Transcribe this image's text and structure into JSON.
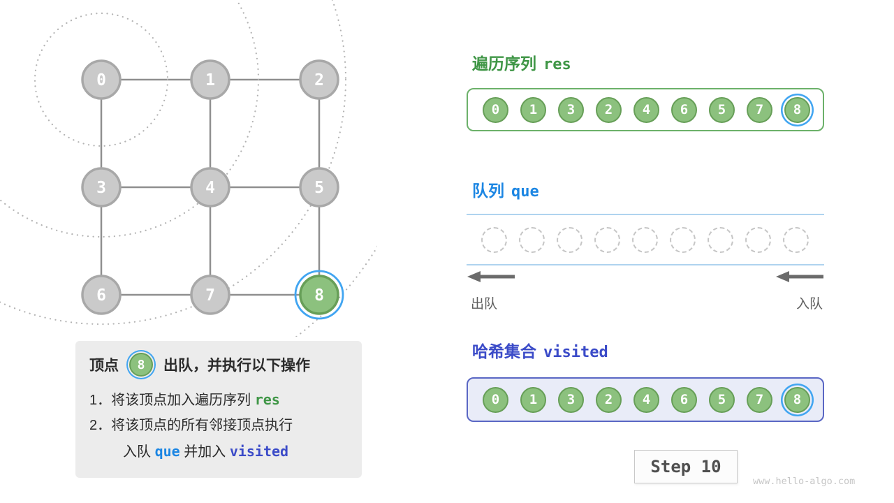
{
  "graph": {
    "nodes": [
      {
        "label": "0",
        "row": 0,
        "col": 0,
        "state": "default"
      },
      {
        "label": "1",
        "row": 0,
        "col": 1,
        "state": "default"
      },
      {
        "label": "2",
        "row": 0,
        "col": 2,
        "state": "default"
      },
      {
        "label": "3",
        "row": 1,
        "col": 0,
        "state": "default"
      },
      {
        "label": "4",
        "row": 1,
        "col": 1,
        "state": "default"
      },
      {
        "label": "5",
        "row": 1,
        "col": 2,
        "state": "default"
      },
      {
        "label": "6",
        "row": 2,
        "col": 0,
        "state": "default"
      },
      {
        "label": "7",
        "row": 2,
        "col": 1,
        "state": "default"
      },
      {
        "label": "8",
        "row": 2,
        "col": 2,
        "state": "active"
      }
    ],
    "edges": [
      [
        0,
        1
      ],
      [
        1,
        2
      ],
      [
        3,
        4
      ],
      [
        4,
        5
      ],
      [
        6,
        7
      ],
      [
        7,
        8
      ],
      [
        0,
        3
      ],
      [
        3,
        6
      ],
      [
        1,
        4
      ],
      [
        4,
        7
      ],
      [
        2,
        5
      ],
      [
        5,
        8
      ]
    ],
    "wavefront_radii": [
      95,
      225,
      350,
      462
    ]
  },
  "info": {
    "heading_prefix": "顶点",
    "heading_node": "8",
    "heading_suffix": "出队，并执行以下操作",
    "line1_text": "1．将该顶点加入遍历序列",
    "line1_code": "res",
    "line2_text": "2．将该顶点的所有邻接顶点执行",
    "line3_pre": "入队",
    "line3_code1": "que",
    "line3_mid": "并加入",
    "line3_code2": "visited"
  },
  "res": {
    "title": "遍历序列",
    "code": "res",
    "values": [
      "0",
      "1",
      "3",
      "2",
      "4",
      "6",
      "5",
      "7",
      "8"
    ],
    "highlight_index": 8
  },
  "queue": {
    "title": "队列",
    "code": "que",
    "slot_count": 9,
    "dequeue_label": "出队",
    "enqueue_label": "入队"
  },
  "visited": {
    "title": "哈希集合",
    "code": "visited",
    "values": [
      "0",
      "1",
      "3",
      "2",
      "4",
      "6",
      "5",
      "7",
      "8"
    ],
    "highlight_index": 8
  },
  "step": {
    "label": "Step 10"
  },
  "watermark": "www.hello-algo.com",
  "colors": {
    "node_green_fill": "#8CC17E",
    "node_green_stroke": "#679F58",
    "node_gray_fill": "#CACACA",
    "node_gray_stroke": "#A8A8A8",
    "highlight_ring": "#41A5F1",
    "res_accent": "#3F9646",
    "que_accent": "#1C86E3",
    "visited_accent": "#3B4BC8",
    "visited_bg": "#E9ECF8"
  }
}
